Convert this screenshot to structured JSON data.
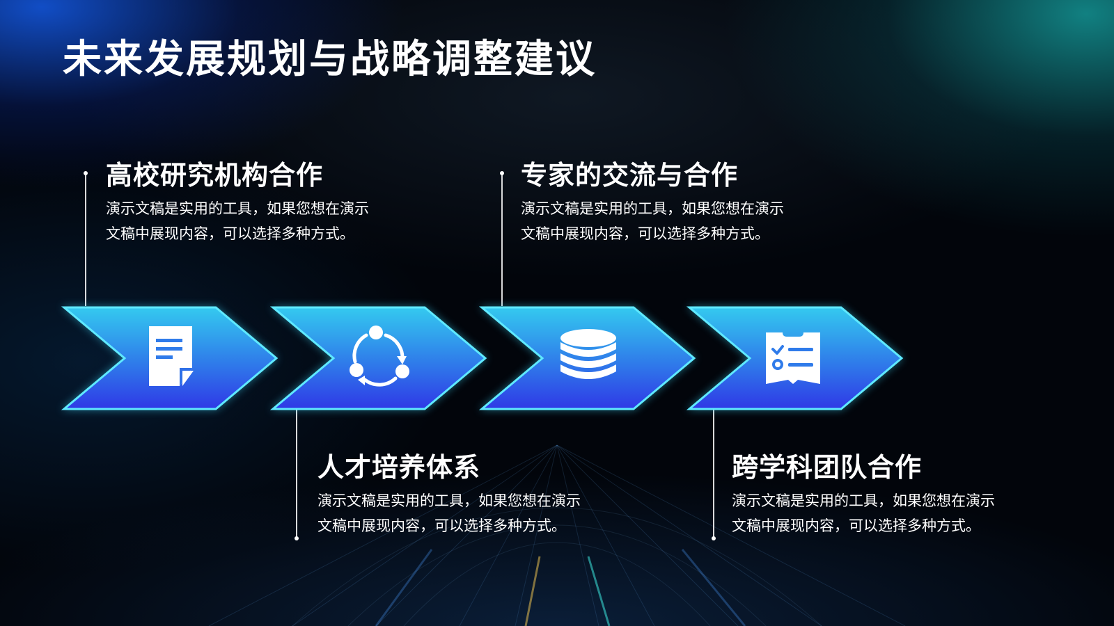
{
  "slide": {
    "title": "未来发展规划与战略调整建议"
  },
  "steps": [
    {
      "title": "高校研究机构合作",
      "body": "演示文稿是实用的工具，如果您想在演示文稿中展现内容，可以选择多种方式。",
      "icon": "document-icon"
    },
    {
      "title": "人才培养体系",
      "body": "演示文稿是实用的工具，如果您想在演示文稿中展现内容，可以选择多种方式。",
      "icon": "cycle-share-icon"
    },
    {
      "title": "专家的交流与合作",
      "body": "演示文稿是实用的工具，如果您想在演示文稿中展现内容，可以选择多种方式。",
      "icon": "database-icon"
    },
    {
      "title": "跨学科团队合作",
      "body": "演示文稿是实用的工具，如果您想在演示文稿中展现内容，可以选择多种方式。",
      "icon": "checklist-icon"
    }
  ],
  "colors": {
    "chevron_top": "#33c7ee",
    "chevron_bottom": "#2f3fe6",
    "chevron_border": "#5fe9ff",
    "background": "#02050b"
  }
}
